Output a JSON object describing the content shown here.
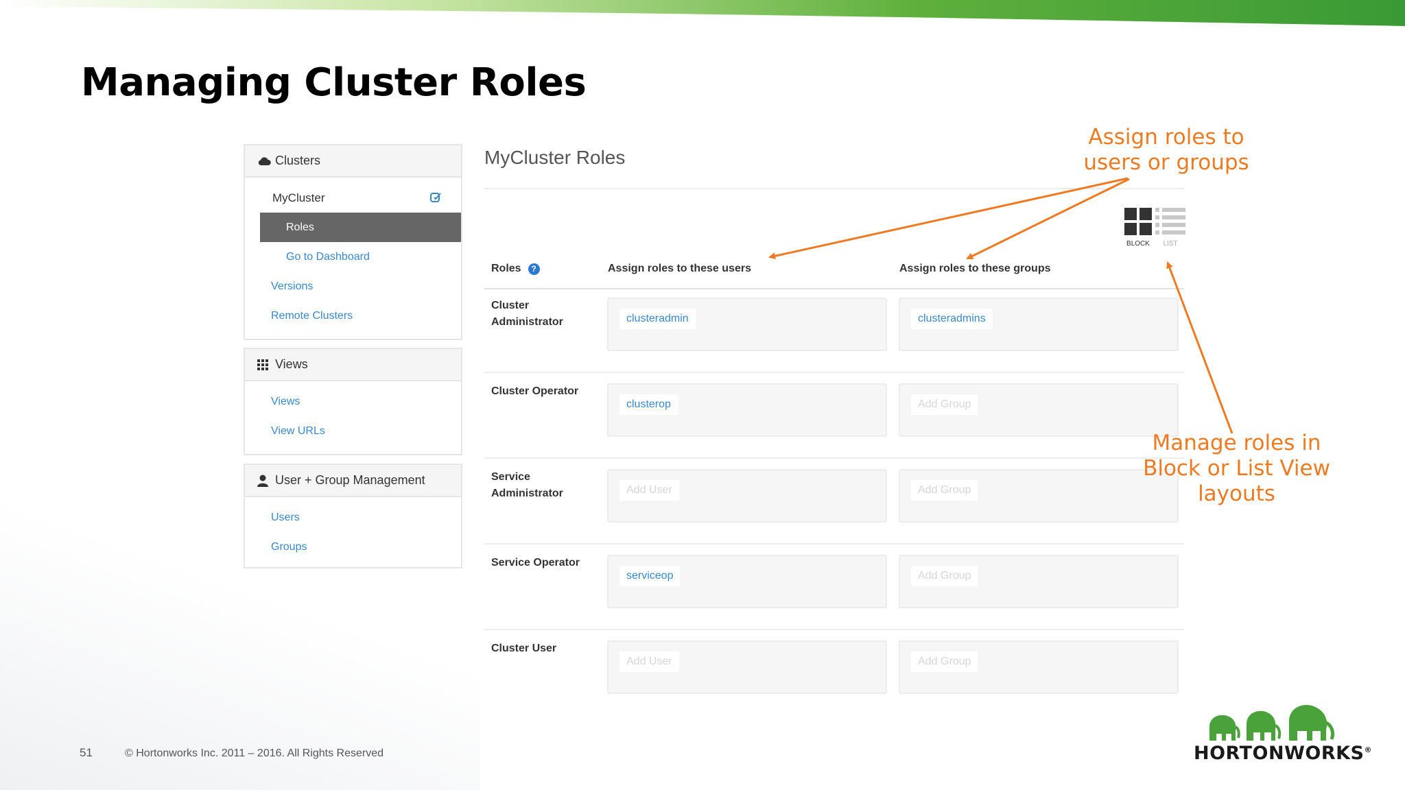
{
  "slide": {
    "title": "Managing Cluster Roles",
    "page_number": "51",
    "copyright": "© Hortonworks Inc. 2011 – 2016. All Rights Reserved",
    "logo_text": "HORTONWORKS",
    "logo_mark": "®"
  },
  "sidebar": {
    "clusters": {
      "header": "Clusters",
      "icon": "cloud-icon",
      "cluster_name": "MyCluster",
      "items": [
        {
          "label": "Roles",
          "active": true
        },
        {
          "label": "Go to Dashboard"
        },
        {
          "label": "Versions"
        },
        {
          "label": "Remote Clusters"
        }
      ]
    },
    "views": {
      "header": "Views",
      "icon": "grid-icon",
      "items": [
        {
          "label": "Views"
        },
        {
          "label": "View URLs"
        }
      ]
    },
    "users": {
      "header": "User + Group Management",
      "icon": "user-icon",
      "items": [
        {
          "label": "Users"
        },
        {
          "label": "Groups"
        }
      ]
    }
  },
  "main": {
    "title": "MyCluster Roles",
    "layout_switch": {
      "block_label": "BLOCK",
      "list_label": "LIST",
      "selected": "BLOCK"
    },
    "columns": {
      "roles": "Roles",
      "help_icon": "?",
      "users": "Assign roles to these users",
      "groups": "Assign roles to these groups"
    },
    "rows": [
      {
        "name": "Cluster Administrator",
        "user": "clusteradmin",
        "user_placeholder": false,
        "group": "clusteradmins",
        "group_placeholder": false
      },
      {
        "name": "Cluster Operator",
        "user": "clusterop",
        "user_placeholder": false,
        "group": "Add Group",
        "group_placeholder": true
      },
      {
        "name": "Service Administrator",
        "user": "Add User",
        "user_placeholder": true,
        "group": "Add Group",
        "group_placeholder": true
      },
      {
        "name": "Service Operator",
        "user": "serviceop",
        "user_placeholder": false,
        "group": "Add Group",
        "group_placeholder": true
      },
      {
        "name": "Cluster User",
        "user": "Add User",
        "user_placeholder": true,
        "group": "Add Group",
        "group_placeholder": true
      }
    ]
  },
  "annotations": {
    "assign": "Assign roles to users or groups",
    "assign_lines": [
      "Assign roles to",
      "users or groups"
    ],
    "manage": "Manage roles in Block or List View layouts",
    "manage_lines": [
      "Manage roles in",
      "Block or List View",
      "layouts"
    ]
  },
  "colors": {
    "annotation": "#ee7a22",
    "link": "#3a87c8",
    "active_nav": "#666666",
    "brand_green": "#4aa33a"
  }
}
